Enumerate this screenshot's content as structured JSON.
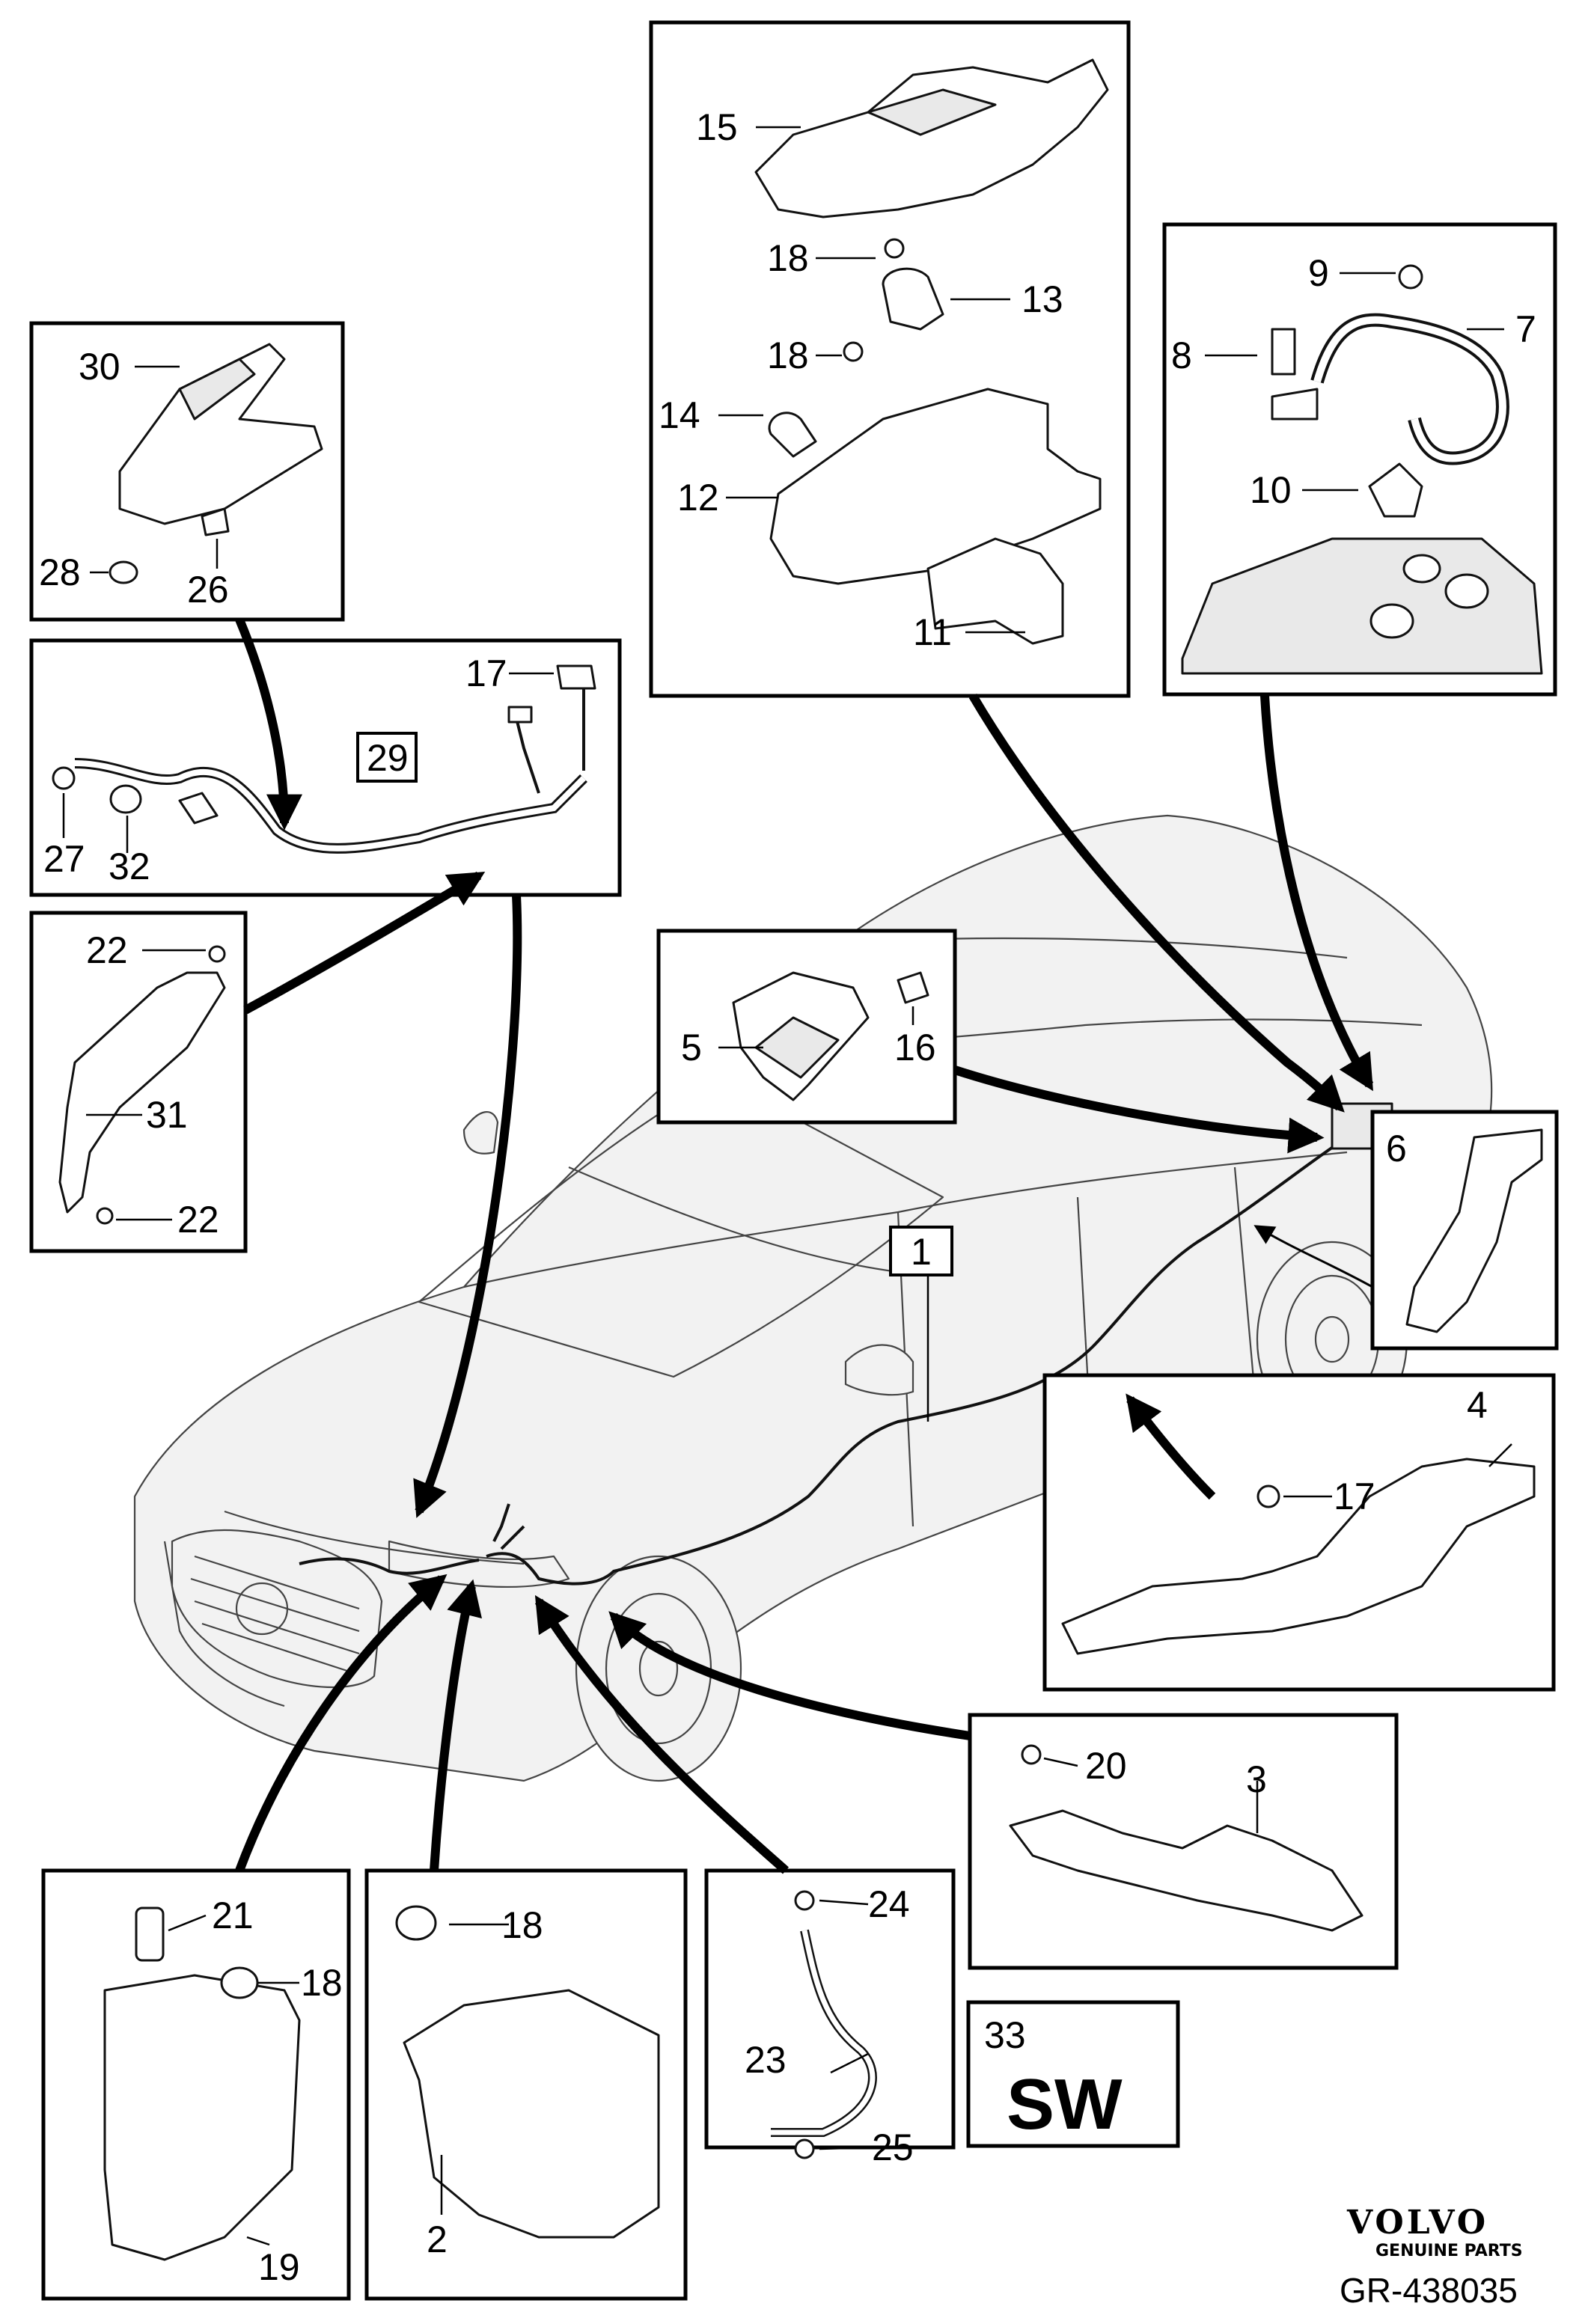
{
  "callouts": {
    "c1": "1",
    "c2": "2",
    "c3": "3",
    "c4": "4",
    "c5": "5",
    "c6": "6",
    "c7": "7",
    "c8": "8",
    "c9": "9",
    "c10": "10",
    "c11": "11",
    "c12": "12",
    "c13": "13",
    "c14": "14",
    "c15": "15",
    "c16": "16",
    "c17a": "17",
    "c17b": "17",
    "c18a": "18",
    "c18b": "18",
    "c18c": "18",
    "c18d": "18",
    "c19": "19",
    "c20": "20",
    "c21": "21",
    "c22a": "22",
    "c22b": "22",
    "c23": "23",
    "c24": "24",
    "c25": "25",
    "c26": "26",
    "c27": "27",
    "c28": "28",
    "c29": "29",
    "c30": "30",
    "c31": "31",
    "c32": "32",
    "c33": "33"
  },
  "software_box": {
    "label": "SW"
  },
  "brand": {
    "name": "VOLVO",
    "tagline": "GENUINE PARTS"
  },
  "reference": "GR-438035"
}
